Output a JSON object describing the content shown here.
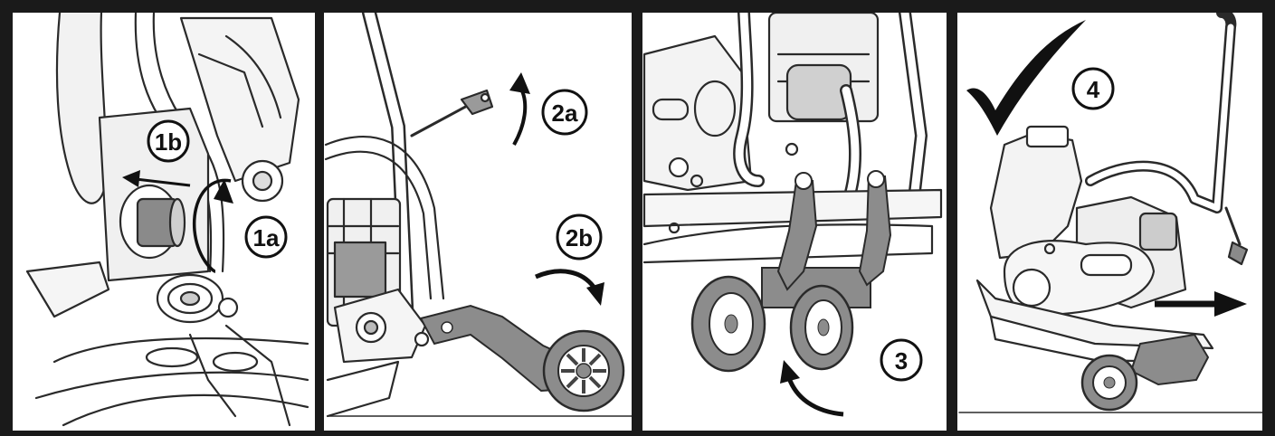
{
  "panels": [
    {
      "id": "panel-1",
      "labels": [
        "1b",
        "1a"
      ]
    },
    {
      "id": "panel-2",
      "labels": [
        "2a",
        "2b"
      ]
    },
    {
      "id": "panel-3",
      "labels": [
        "3"
      ]
    },
    {
      "id": "panel-4",
      "labels": [
        "4"
      ]
    }
  ],
  "step_labels": {
    "s1a": "1a",
    "s1b": "1b",
    "s2a": "2a",
    "s2b": "2b",
    "s3": "3",
    "s4": "4"
  },
  "colors": {
    "frame": "#1a1a1a",
    "panel_bg": "#ffffff",
    "line": "#2a2a2a",
    "part_fill": "#e6e6e6",
    "accent_fill": "#8a8a8a",
    "check": "#111111"
  },
  "icons": {
    "check": "check-mark-icon",
    "arrow": "arrow-icon",
    "rotate": "rotate-arrow-icon"
  }
}
